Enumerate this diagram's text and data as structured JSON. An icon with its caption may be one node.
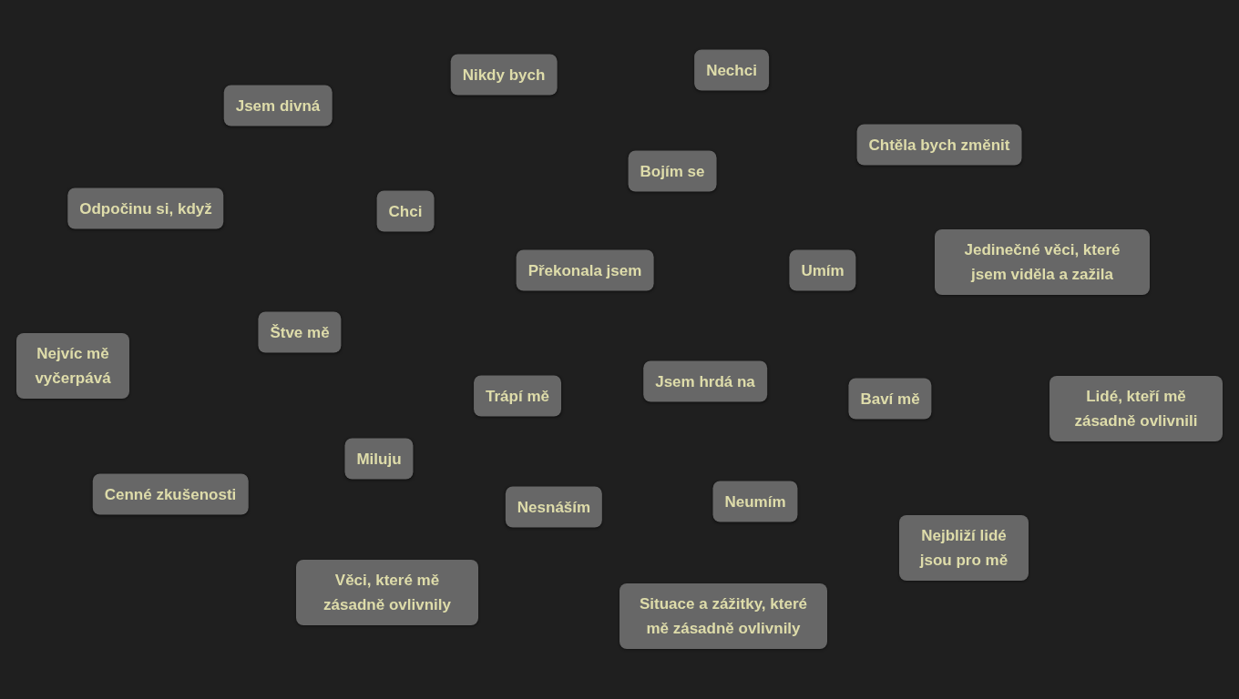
{
  "diagram": {
    "nodes": [
      {
        "text": [
          "Nikdy bych"
        ]
      },
      {
        "text": [
          "Nechci"
        ]
      },
      {
        "text": [
          "Jsem divná"
        ]
      },
      {
        "text": [
          "Chtěla bych změnit"
        ]
      },
      {
        "text": [
          "Bojím se"
        ]
      },
      {
        "text": [
          "Odpočinu si, když"
        ]
      },
      {
        "text": [
          "Chci"
        ]
      },
      {
        "text": [
          "Jedinečné věci, které jsem viděla a zažila"
        ]
      },
      {
        "text": [
          "Překonala jsem"
        ]
      },
      {
        "text": [
          "Umím"
        ]
      },
      {
        "text": [
          "Štve mě"
        ]
      },
      {
        "text": [
          "Nejvíc mě vyčerpává"
        ]
      },
      {
        "text": [
          "Jsem hrdá na"
        ]
      },
      {
        "text": [
          "Trápí mě"
        ]
      },
      {
        "text": [
          "Baví mě"
        ]
      },
      {
        "text": [
          "Lidé, kteří mě zásadně ovlivnili"
        ]
      },
      {
        "text": [
          "Miluju"
        ]
      },
      {
        "text": [
          "Cenné zkušenosti"
        ]
      },
      {
        "text": [
          "Neumím"
        ]
      },
      {
        "text": [
          "Nesnáším"
        ]
      },
      {
        "text": [
          "Nejbliží lidé jsou pro mě"
        ]
      },
      {
        "text": [
          "Věci, které mě zásadně ovlivnily"
        ]
      },
      {
        "text": [
          "Situace a zážitky, které mě zásadně ovlivnily"
        ]
      }
    ]
  }
}
